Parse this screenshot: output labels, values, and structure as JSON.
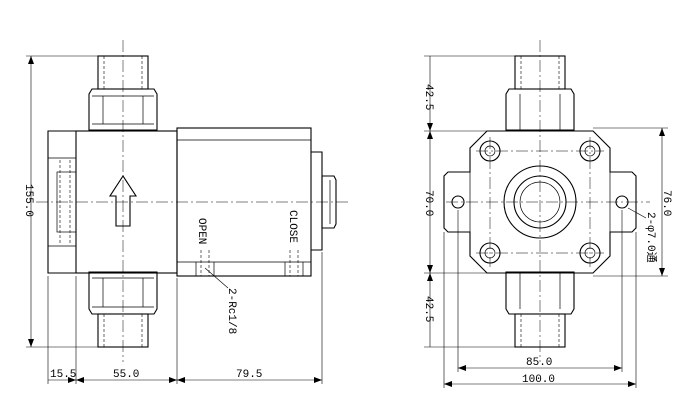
{
  "front_view": {
    "dim_height": "155.0",
    "dim_bottom_1": "15.5",
    "dim_bottom_2": "55.0",
    "dim_bottom_3": "79.5",
    "label_open": "OPEN",
    "label_close": "CLOSE",
    "label_port": "2-Rc1/8"
  },
  "side_view": {
    "dim_top": "42.5",
    "dim_middle": "70.0",
    "dim_bottom": "42.5",
    "dim_right": "76.0",
    "dim_width_inner": "85.0",
    "dim_width_outer": "100.0",
    "label_holes": "2-φ7.0通"
  }
}
